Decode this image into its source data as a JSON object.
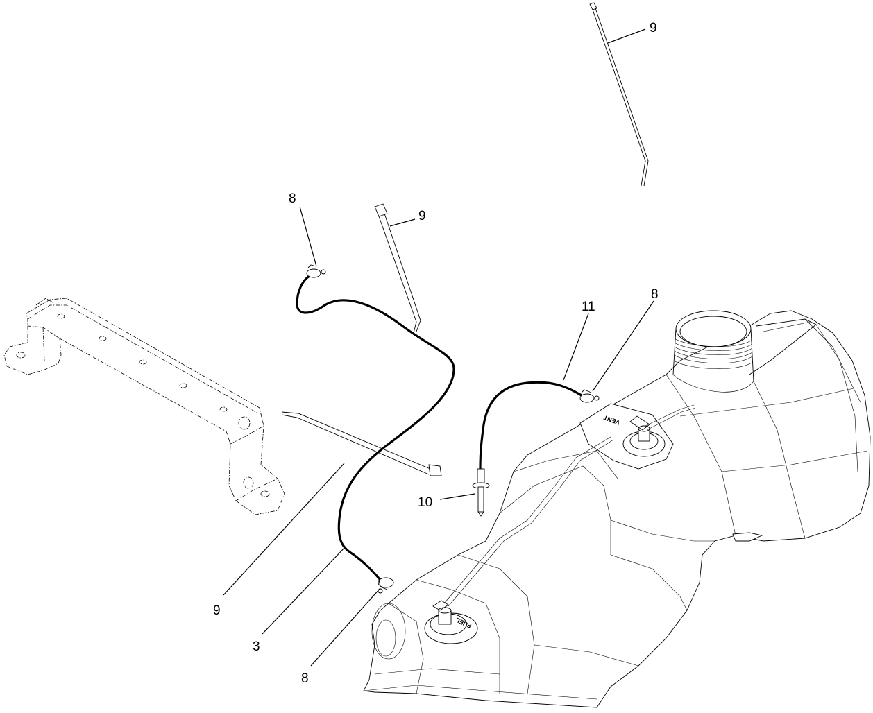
{
  "callouts": {
    "c9_top": "9",
    "c8_left_top": "8",
    "c9_mid": "9",
    "c11": "11",
    "c8_right": "8",
    "c10": "10",
    "c9_bottom": "9",
    "c3": "3",
    "c8_bottom": "8"
  },
  "tank_labels": {
    "vent": "VENT",
    "fuel": "FUEL"
  },
  "colors": {
    "line": "#000000",
    "background": "#ffffff"
  }
}
